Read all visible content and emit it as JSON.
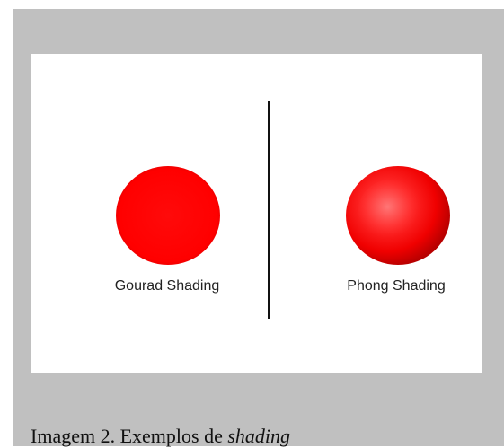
{
  "figure": {
    "left_label": "Gourad Shading",
    "right_label": "Phong Shading"
  },
  "caption": {
    "prefix": "Imagem 2. Exemplos de ",
    "emphasis": "shading"
  },
  "colors": {
    "sphere_red": "#ff0000",
    "phong_highlight": "#ff6b6b",
    "phong_shadow": "#c00000",
    "frame_gray": "#c0c0c0"
  }
}
